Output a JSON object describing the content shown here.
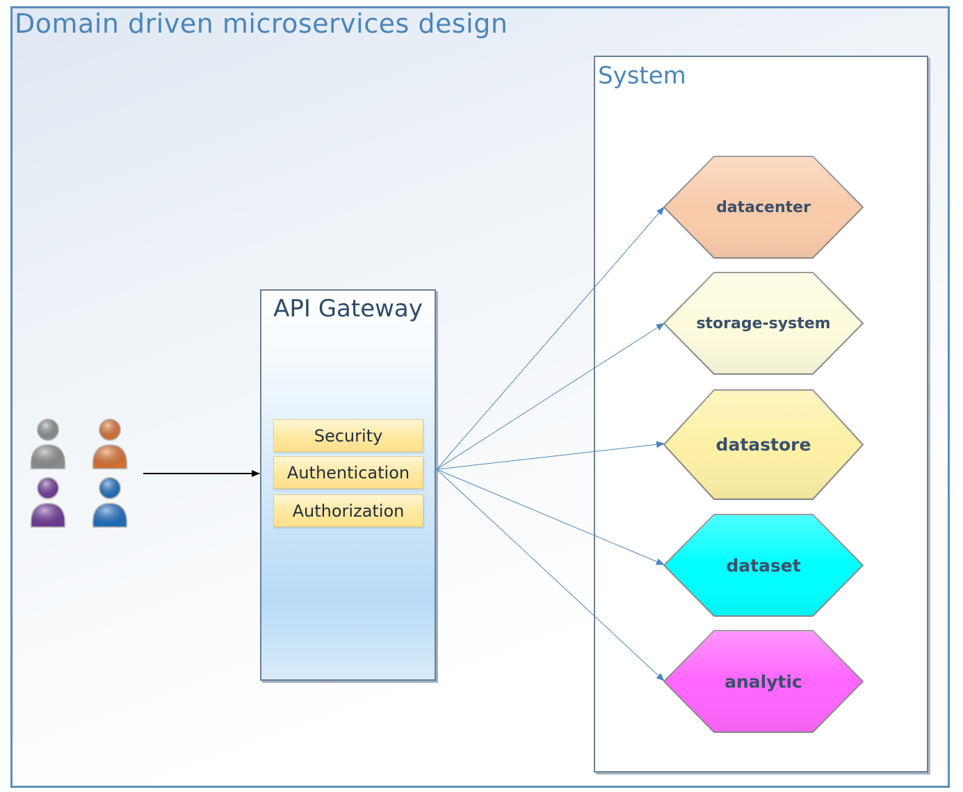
{
  "title": "Domain driven microservices design",
  "system": {
    "title": "System",
    "services": [
      {
        "label": "datacenter",
        "color": "#f9cbaa"
      },
      {
        "label": "storage-system",
        "color": "#fdfbdc"
      },
      {
        "label": "datastore",
        "color": "#fdf0a5"
      },
      {
        "label": "dataset",
        "color": "#00ffff"
      },
      {
        "label": "analytic",
        "color": "#ff66ff"
      }
    ]
  },
  "gateway": {
    "title": "API Gateway",
    "modules": [
      "Security",
      "Authentication",
      "Authorization"
    ]
  },
  "users": {
    "colors": [
      "#9a9a9a",
      "#ef7b35",
      "#7a3ea6",
      "#1f78d1"
    ]
  }
}
